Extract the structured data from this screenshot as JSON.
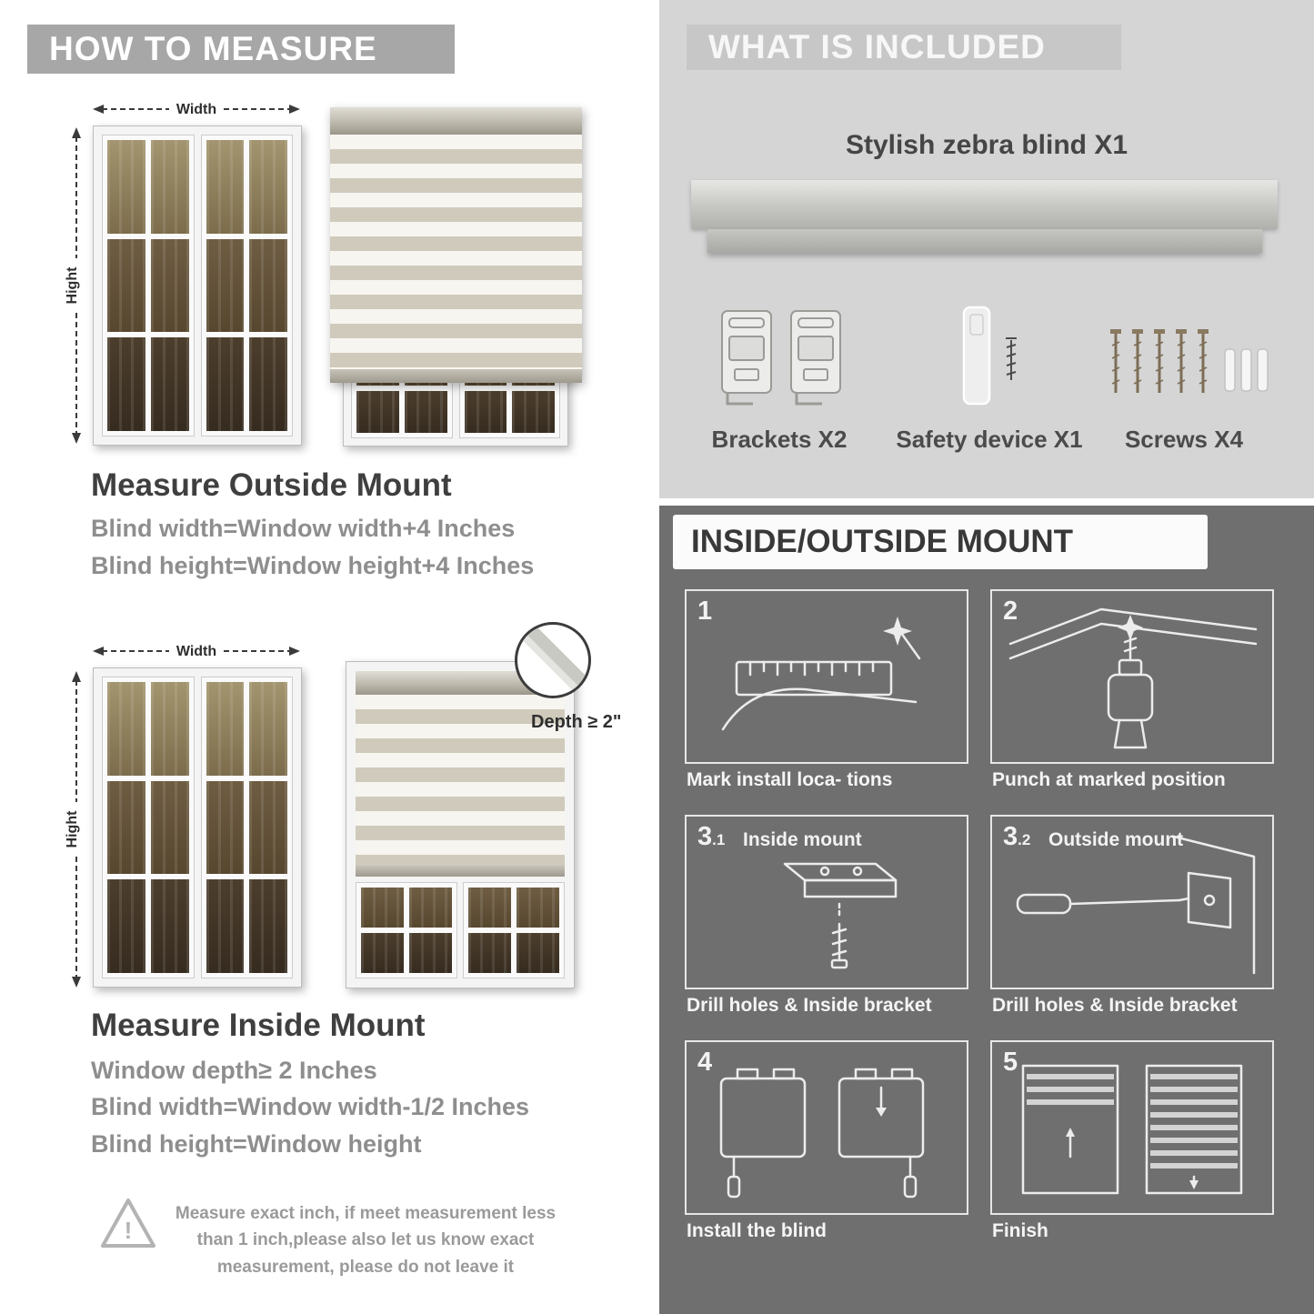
{
  "colors": {
    "banner_gray": "#a7a7a7",
    "panel_light": "#d5d5d5",
    "panel_dark": "#6f6f6f",
    "title_text": "#3f3f3f",
    "spec_text": "#8e8e8e"
  },
  "left": {
    "header": "HOW TO MEASURE",
    "outside": {
      "width_label": "Width",
      "height_label": "Hight",
      "title": "Measure Outside Mount",
      "line1": "Blind width=Window width+4 Inches",
      "line2": "Blind height=Window height+4 Inches"
    },
    "inside": {
      "width_label": "Width",
      "height_label": "Hight",
      "depth_label": "Depth ≥ 2\"",
      "title": "Measure Inside Mount",
      "line1": "Window depth≥ 2 Inches",
      "line2": "Blind width=Window width-1/2 Inches",
      "line3": "Blind height=Window height"
    },
    "warning": {
      "mark": "!",
      "text": "Measure exact inch, if meet measurement less than 1 inch,please also let us know exact measurement, please do not leave it"
    }
  },
  "right": {
    "included": {
      "header": "WHAT IS INCLUDED",
      "blind_label": "Stylish zebra blind X1",
      "items": [
        {
          "label": "Brackets X2"
        },
        {
          "label": "Safety device X1"
        },
        {
          "label": "Screws X4"
        }
      ]
    },
    "mount": {
      "header": "INSIDE/OUTSIDE MOUNT",
      "steps": [
        {
          "num": "1",
          "caption": "Mark install loca- tions"
        },
        {
          "num": "2",
          "caption": "Punch at  marked position"
        },
        {
          "num": "3",
          "sub": ".1",
          "title": "Inside mount",
          "caption": "Drill holes &  Inside bracket"
        },
        {
          "num": "3",
          "sub": ".2",
          "title": "Outside mount",
          "caption": "Drill holes &  Inside bracket"
        },
        {
          "num": "4",
          "caption": "Install the blind"
        },
        {
          "num": "5",
          "caption": "Finish"
        }
      ]
    }
  }
}
